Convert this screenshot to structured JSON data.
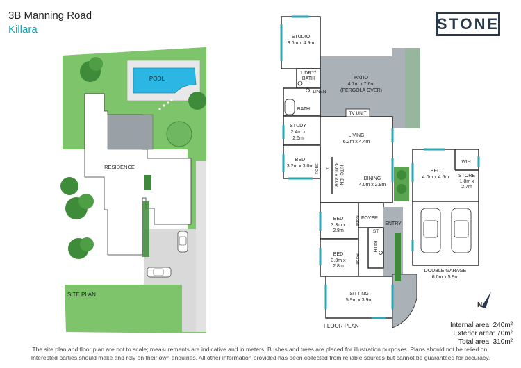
{
  "header": {
    "title": "3B Manning Road",
    "suburb": "Killara"
  },
  "brand": {
    "logo_text": "STONE",
    "color": "#2b3a4a"
  },
  "site_plan": {
    "caption": "SITE PLAN",
    "residence_label": "RESIDENCE",
    "pool_label": "POOL"
  },
  "floor_plan": {
    "caption": "FLOOR PLAN",
    "studio": {
      "name": "STUDIO",
      "size": "3.6m x 4.9m"
    },
    "laundry_bath": {
      "line1": "L'DRY/",
      "line2": "BATH"
    },
    "patio": {
      "name": "PATIO",
      "size": "4.7m x 7.6m",
      "note": "(PERGOLA OVER)"
    },
    "linen": "LINEN",
    "bath_upper": "BATH",
    "tv_unit": "TV UNIT",
    "study": {
      "name": "STUDY",
      "size_line1": "2.4m x",
      "size_line2": "2.6m"
    },
    "living": {
      "name": "LIVING",
      "size": "6.2m x 4.4m"
    },
    "bed_west": {
      "name": "BED",
      "size": "3.2m x 3.0m"
    },
    "robe": "ROBE",
    "fridge": "F",
    "kitchen": {
      "name": "KITCHEN",
      "size": "4.0m x 3.0m"
    },
    "dining": {
      "name": "DINING",
      "size": "4.0m x 2.9m"
    },
    "bed_master": {
      "name": "BED",
      "size": "4.0m x 4.6m"
    },
    "wir": "WIR",
    "store": {
      "name": "STORE",
      "size": "1.8m x",
      "size_line2": "2.7m"
    },
    "bed_mid": {
      "name": "BED",
      "size_line1": "3.3m x",
      "size_line2": "2.8m"
    },
    "foyer": "FOYER",
    "entry": "ENTRY",
    "st": "ST",
    "bath_lower": "BATH",
    "bed_south": {
      "name": "BED",
      "size_line1": "3.3m x",
      "size_line2": "2.8m"
    },
    "garage": {
      "name": "DOUBLE GARAGE",
      "size": "6.0m x 5.9m"
    },
    "sitting": {
      "name": "SITTING",
      "size": "5.9m x 3.9m"
    },
    "north": "N"
  },
  "areas": {
    "internal": "Internal area: 240m²",
    "exterior": "Exterior area: 70m²",
    "total": "Total area: 310m²"
  },
  "disclaimer": {
    "line1": "The site plan and floor plan are not to scale; measurements are indicative and in meters. Bushes and trees are placed for illustration purposes. Plans should not be relied on.",
    "line2": "Interested parties should make and rely on their own enquiries. All other information provided has been collected from reliable sources but cannot be guaranteed for accuracy."
  },
  "colors": {
    "lawn": "#7dc46a",
    "pool": "#2bb6e3",
    "pergola": "#aab2b8",
    "window": "#2aa6b4",
    "residence": "#ffffff",
    "roof": "#9aa1a6",
    "driveway": "#d9d9d9"
  }
}
